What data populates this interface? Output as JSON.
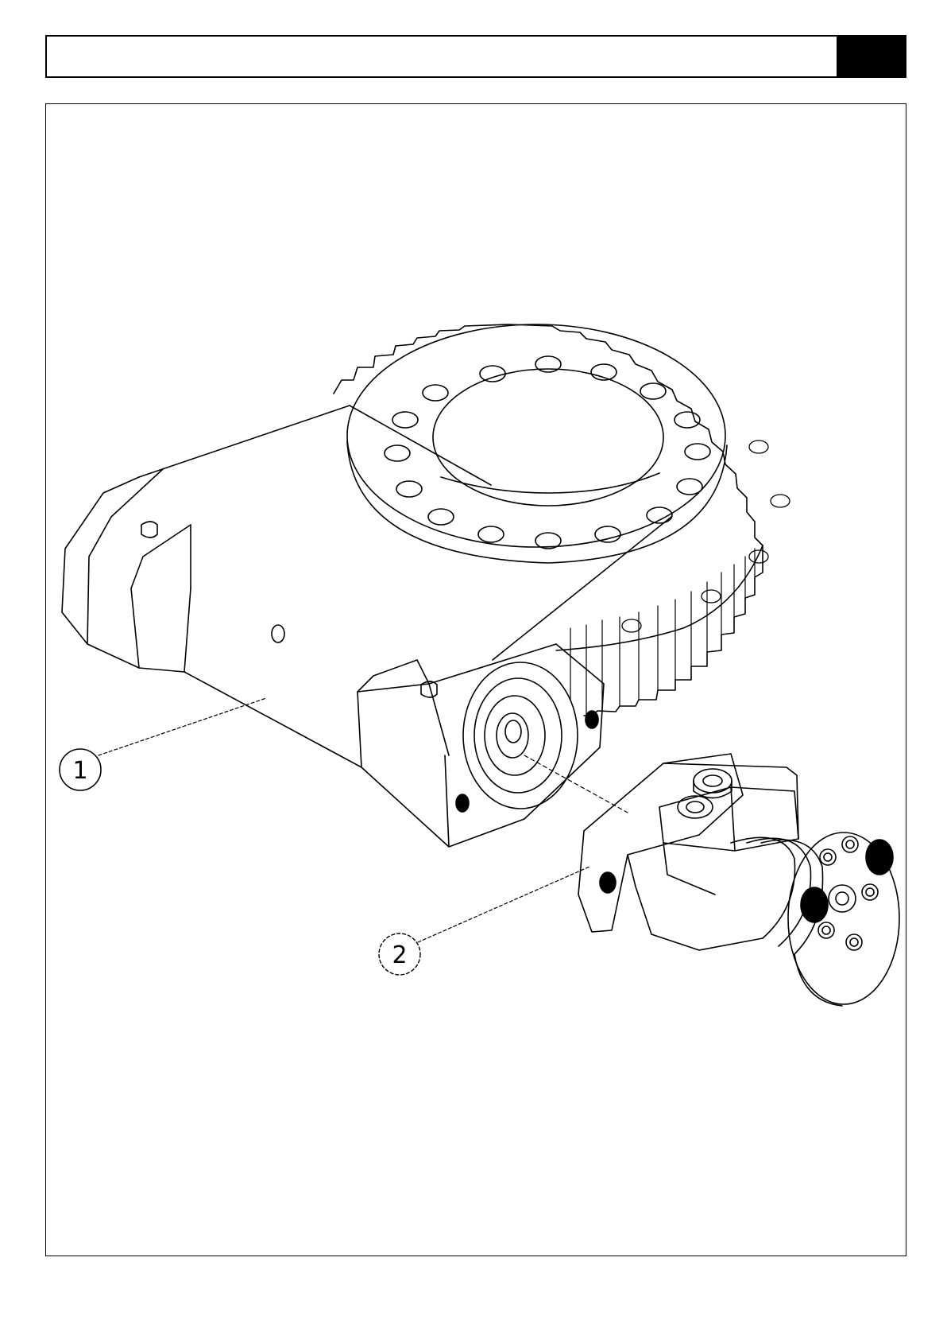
{
  "header": {
    "title": "",
    "tab_color": "#000000"
  },
  "drawing": {
    "line_color": "#000000",
    "callouts": [
      {
        "label": "1",
        "style": "solid"
      },
      {
        "label": "2",
        "style": "dashed"
      }
    ]
  }
}
